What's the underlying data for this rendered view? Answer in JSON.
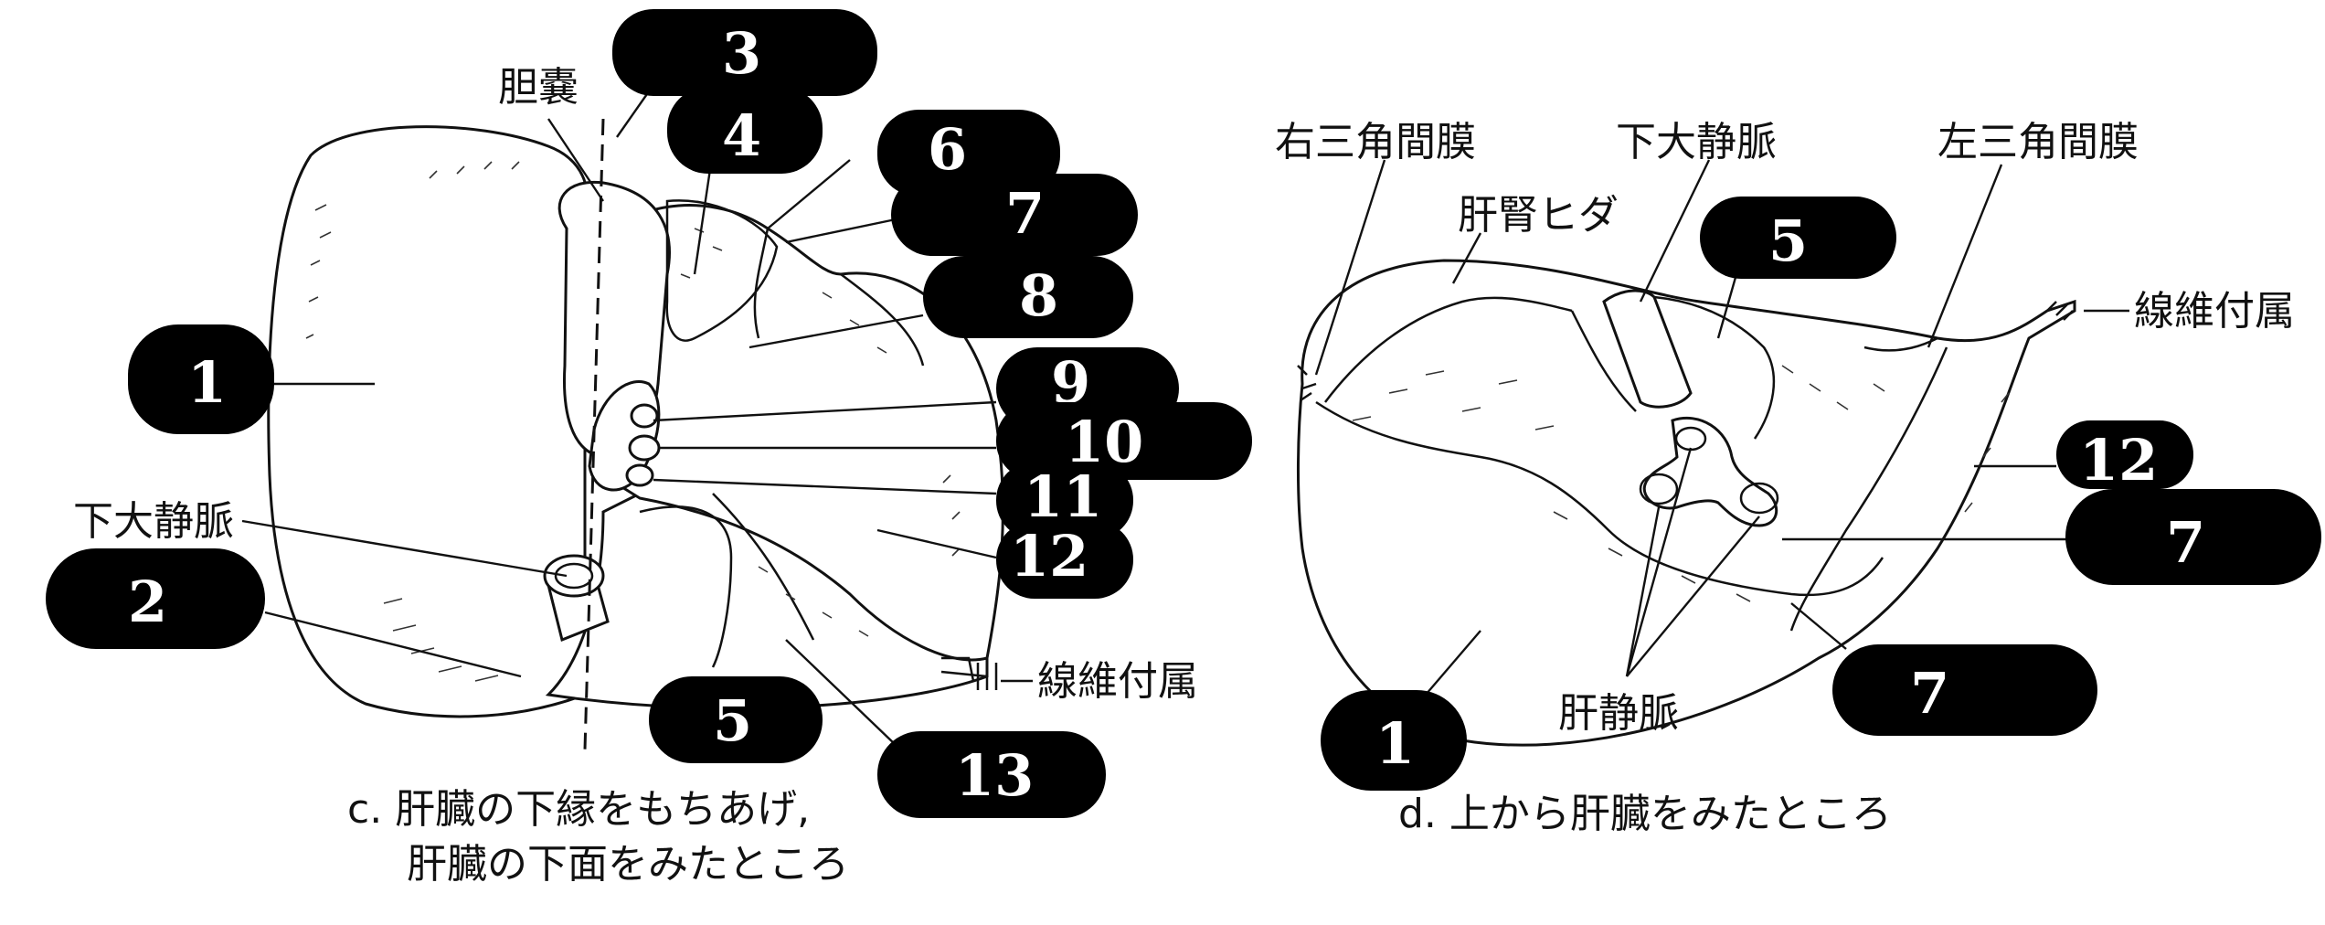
{
  "left_figure": {
    "caption_line1": "c.  肝臓の下縁をもちあげ,",
    "caption_line2": "肝臓の下面をみたところ",
    "labels": {
      "gallbladder": "胆嚢",
      "ivc": "下大静脈",
      "fibrous": "線維付属"
    },
    "hidden_marks": {
      "m1": "1",
      "m2": "2",
      "m3": "3",
      "m4": "4",
      "m5": "5",
      "m6": "6",
      "m7": "7",
      "m8": "8",
      "m9": "9",
      "m10": "10",
      "m11": "11",
      "m12": "12",
      "m13": "13"
    }
  },
  "right_figure": {
    "caption": "d.  上から肝臓をみたところ",
    "labels": {
      "right_triangular": "右三角間膜",
      "ivc": "下大静脈",
      "left_triangular": "左三角間膜",
      "hepatorenal": "肝腎ヒダ",
      "fibrous": "線維付属",
      "hepatic_veins": "肝静脈"
    },
    "hidden_marks": {
      "m5": "5",
      "m12": "12",
      "m7": "7",
      "m1": "1",
      "m7b": "7"
    }
  }
}
